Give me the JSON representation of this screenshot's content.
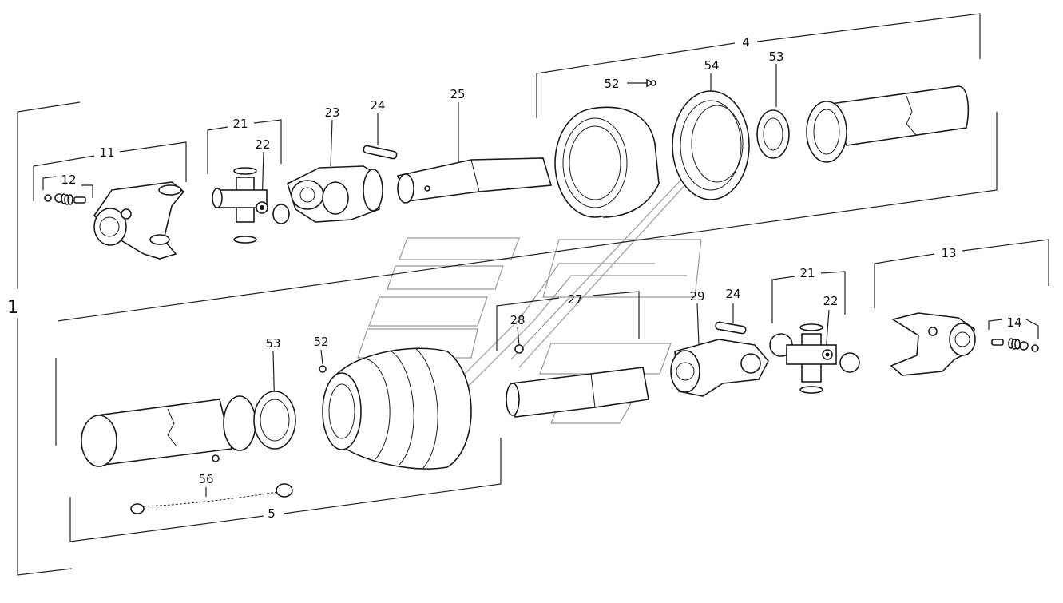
{
  "labels": {
    "l1": "1",
    "l4": "4",
    "l5": "5",
    "l11": "11",
    "l12": "12",
    "l13": "13",
    "l14": "14",
    "l21a": "21",
    "l21b": "21",
    "l22a": "22",
    "l22b": "22",
    "l23": "23",
    "l24a": "24",
    "l24b": "24",
    "l25": "25",
    "l27": "27",
    "l28": "28",
    "l29": "29",
    "l52a": "52",
    "l52b": "52",
    "l53a": "53",
    "l53b": "53",
    "l54": "54",
    "l56": "56"
  }
}
